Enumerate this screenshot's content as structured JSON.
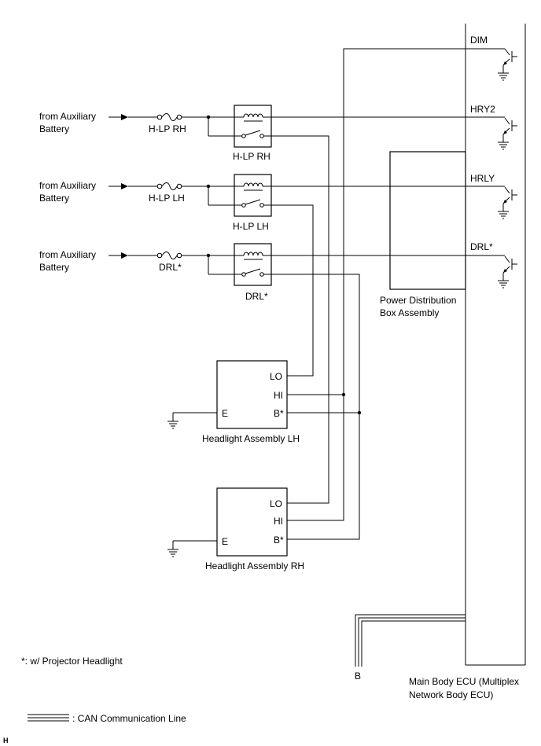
{
  "sources": {
    "rh_line1": "from Auxiliary",
    "rh_line2": "Battery",
    "lh_line1": "from Auxiliary",
    "lh_line2": "Battery",
    "drl_line1": "from Auxiliary",
    "drl_line2": "Battery"
  },
  "fuses": {
    "rh": "H-LP RH",
    "lh": "H-LP LH",
    "drl": "DRL*"
  },
  "relays": {
    "rh": "H-LP RH",
    "lh": "H-LP LH",
    "drl": "DRL*"
  },
  "ecu": {
    "name_line1": "Main Body ECU (Multiplex",
    "name_line2": "Network Body ECU)",
    "terminals": {
      "dim": "DIM",
      "hry2": "HRY2",
      "hrly": "HRLY",
      "drl": "DRL*"
    }
  },
  "pdb": {
    "line1": "Power Distribution",
    "line2": "Box Assembly"
  },
  "headlight_lh": {
    "name": "Headlight Assembly LH",
    "lo": "LO",
    "hi": "HI",
    "b": "B*",
    "e": "E"
  },
  "headlight_rh": {
    "name": "Headlight Assembly RH",
    "lo": "LO",
    "hi": "HI",
    "b": "B*",
    "e": "E"
  },
  "can_connector": "B",
  "notes": {
    "footnote": "*: w/ Projector Headlight",
    "can_legend": ": CAN Communication Line",
    "corner_mark": "H"
  }
}
